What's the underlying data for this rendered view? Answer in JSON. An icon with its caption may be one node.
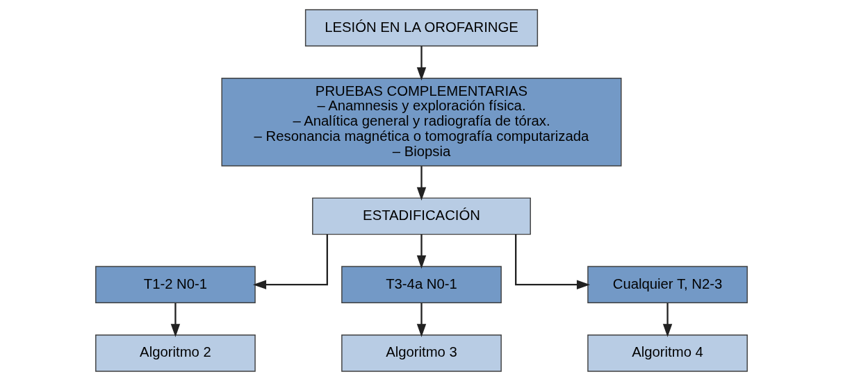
{
  "diagram": {
    "nodes": [
      {
        "text": [
          "LESIÓN EN LA OROFARINGE"
        ]
      },
      {
        "text": [
          "PRUEBAS COMPLEMENTARIAS",
          "– Anamnesis y exploración física.",
          "– Analítica general y radiografía de tórax.",
          "– Resonancia magnética o tomografía computarizada",
          "– Biopsia"
        ]
      },
      {
        "text": [
          "ESTADIFICACIÓN"
        ]
      },
      {
        "text": [
          "T1-2 N0-1"
        ]
      },
      {
        "text": [
          "T3-4a N0-1"
        ]
      },
      {
        "text": [
          "Cualquier T, N2-3"
        ]
      },
      {
        "text": [
          "Algoritmo 2"
        ]
      },
      {
        "text": [
          "Algoritmo 3"
        ]
      },
      {
        "text": [
          "Algoritmo 4"
        ]
      }
    ],
    "edges": [
      {
        "from": 0,
        "to": 1,
        "arrow": "to"
      },
      {
        "from": 1,
        "to": 2,
        "arrow": "to"
      },
      {
        "from": 2,
        "to": 3,
        "arrow": "to"
      },
      {
        "from": 2,
        "to": 4,
        "arrow": "to"
      },
      {
        "from": 2,
        "to": 5,
        "arrow": "to"
      },
      {
        "from": 3,
        "to": 6,
        "arrow": "to"
      },
      {
        "from": 4,
        "to": 7,
        "arrow": "to"
      },
      {
        "from": 5,
        "to": 8,
        "arrow": "to"
      }
    ]
  }
}
